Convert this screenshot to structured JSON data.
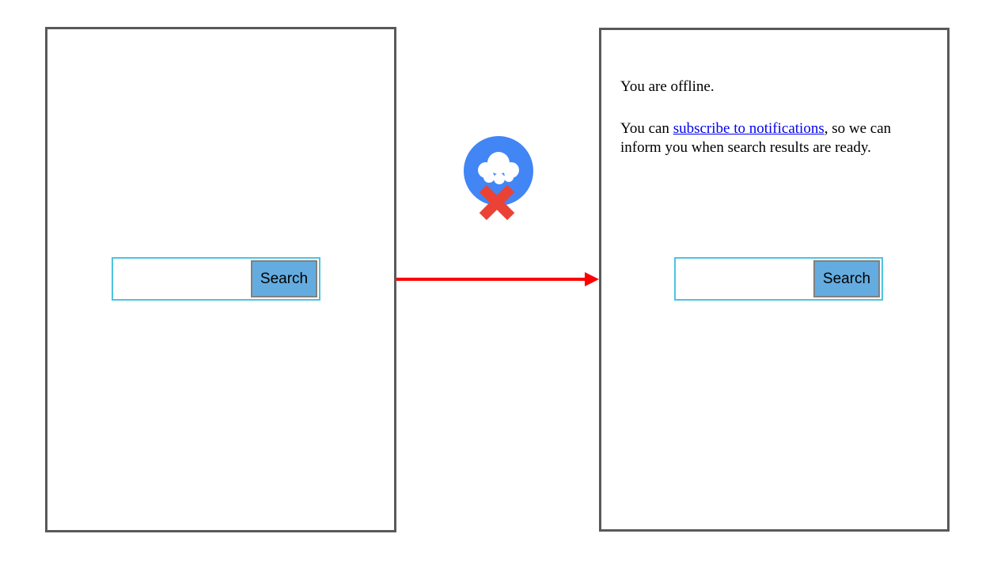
{
  "left_screen": {
    "search_input_value": "",
    "search_button_label": "Search"
  },
  "right_screen": {
    "offline_text": "You are offline.",
    "notify_prefix": "You can ",
    "notify_link": "subscribe to notifications",
    "notify_suffix": ", so we can inform you when search results are ready.",
    "search_input_value": "",
    "search_button_label": "Search"
  },
  "icon": {
    "name": "offline-cloud-icon",
    "circle_color": "#4285F4",
    "cloud_color": "#FFFFFF",
    "cross_color": "#EA4335"
  },
  "arrow": {
    "direction": "right",
    "color": "#FF0000"
  },
  "colors": {
    "frame_border": "#595959",
    "search_box_border": "#4EC3E0",
    "button_background": "#64ACE0",
    "button_border": "#808080",
    "link_color": "#0000EE"
  }
}
